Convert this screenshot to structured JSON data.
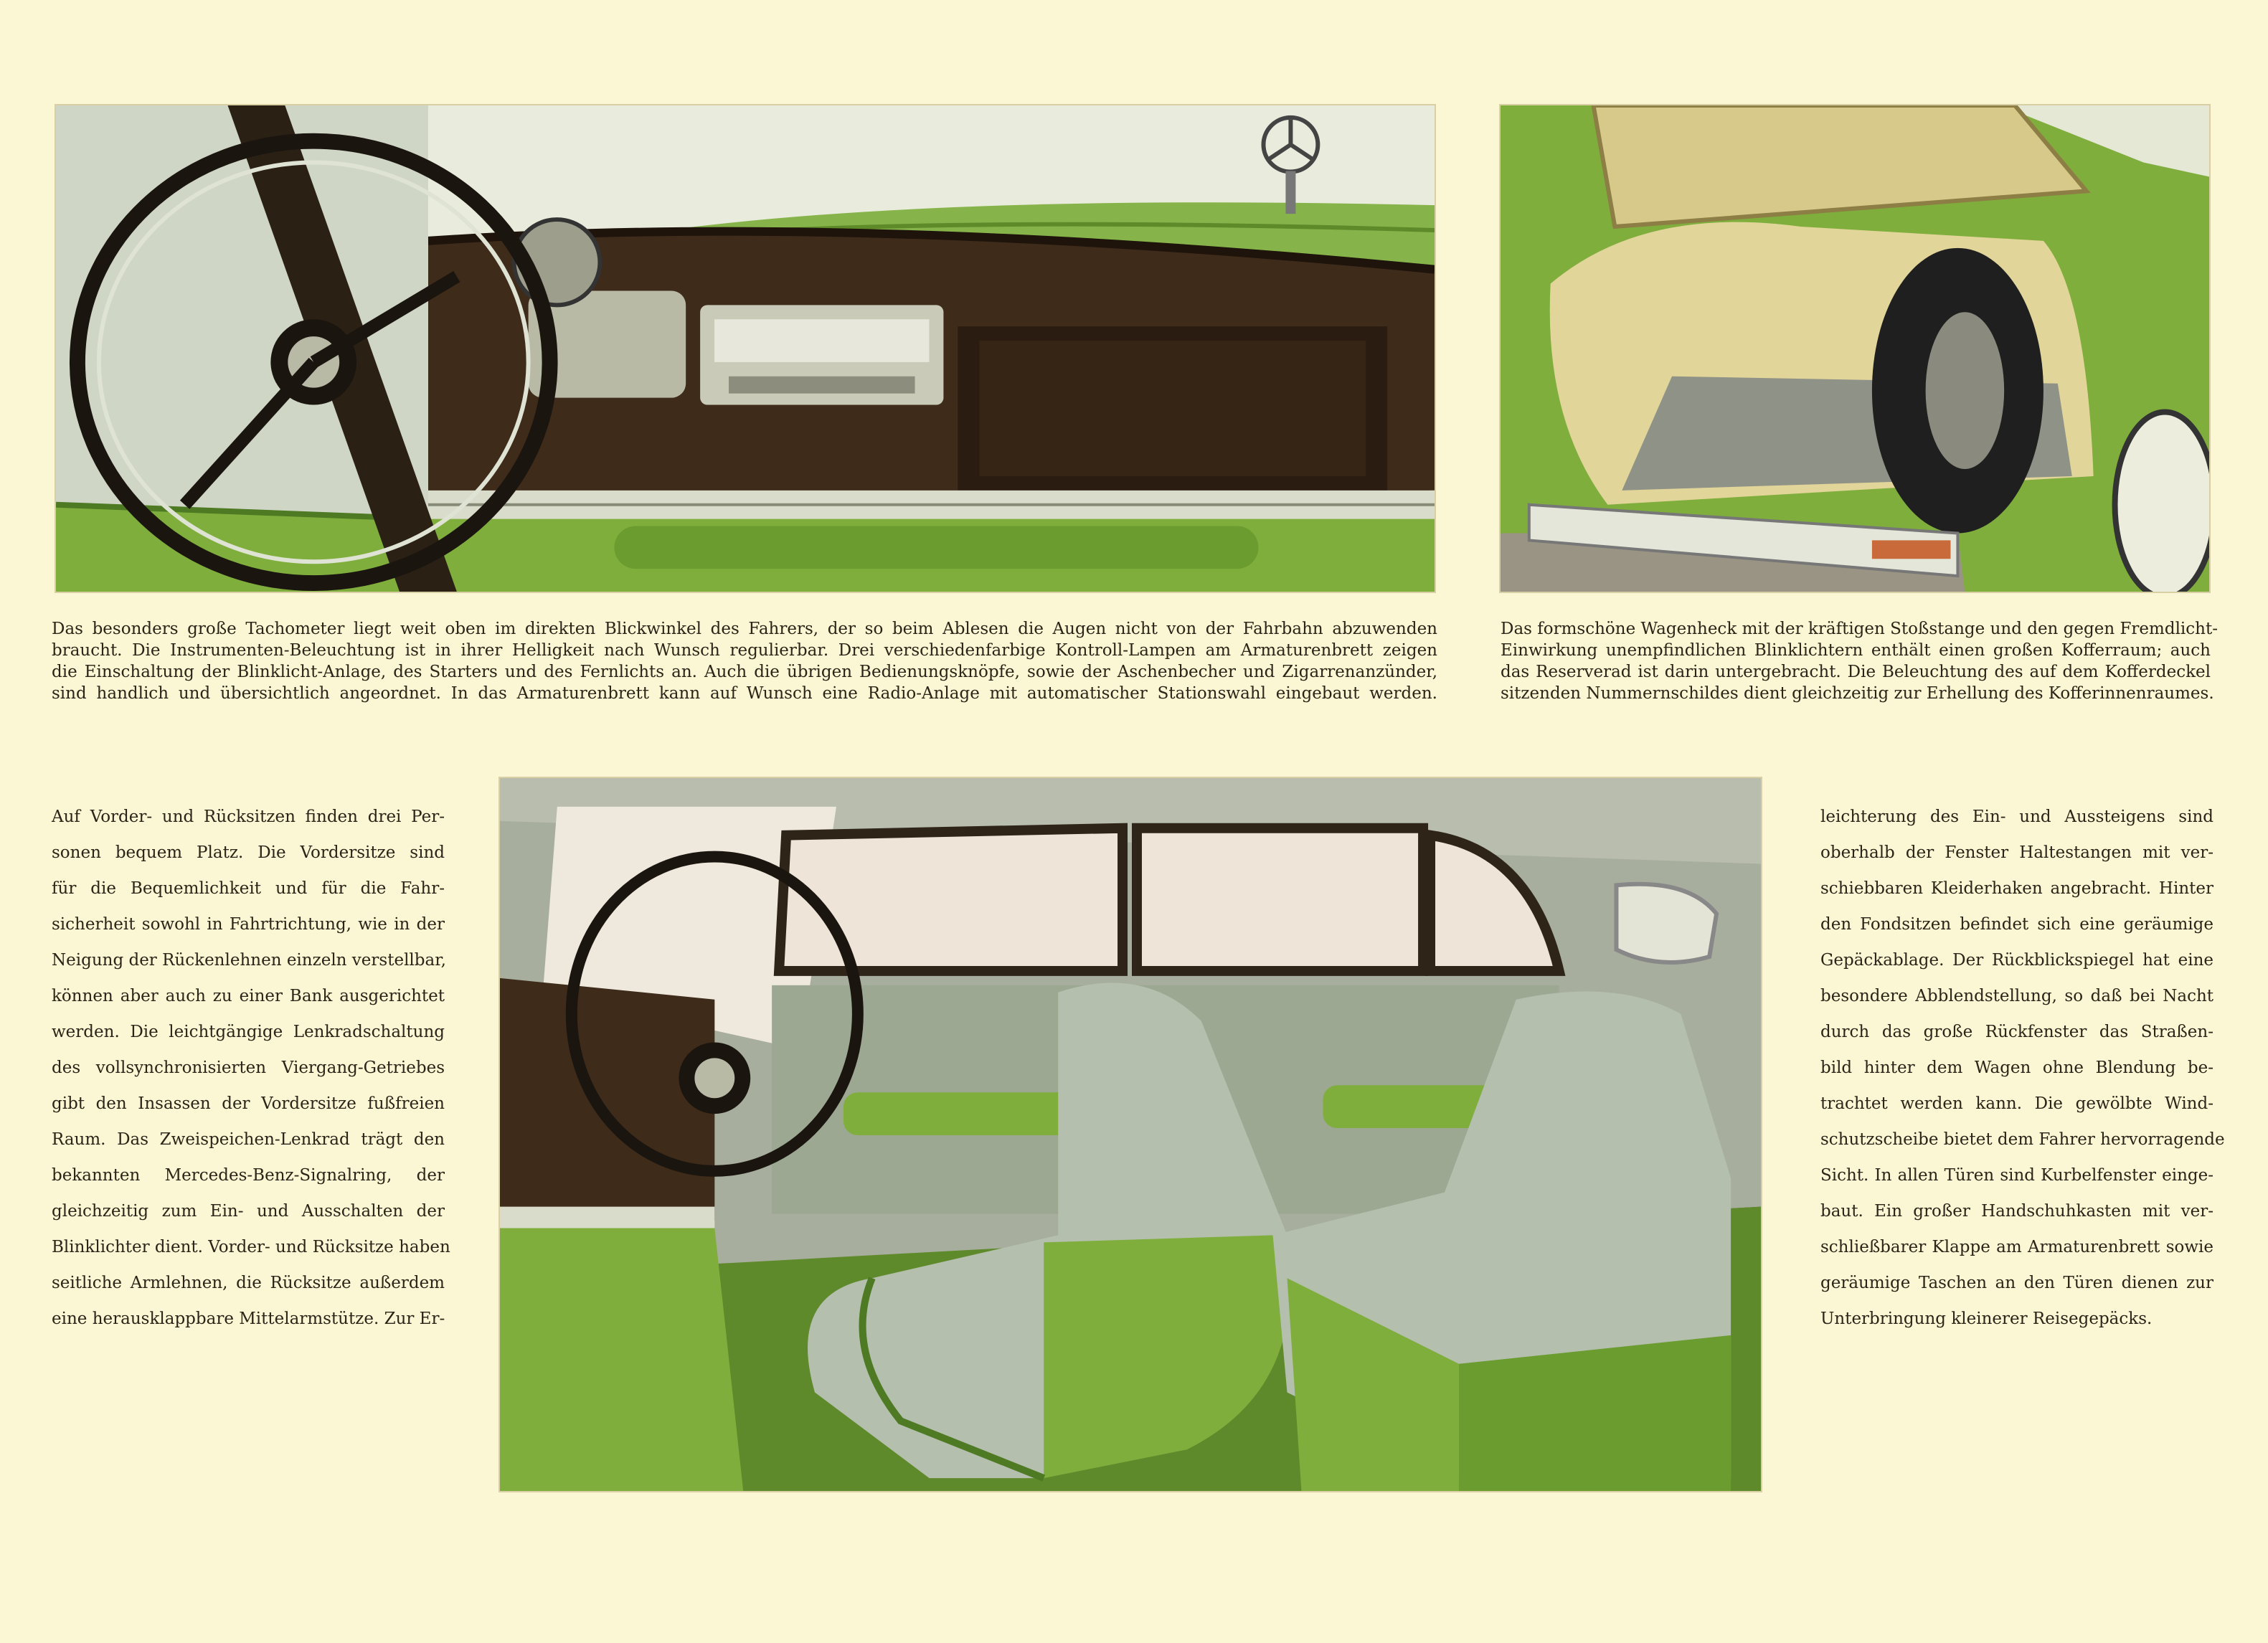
{
  "figures": [
    {
      "subject": "dashboard",
      "icon": "dashboard-illustration"
    },
    {
      "subject": "trunk",
      "icon": "trunk-illustration"
    },
    {
      "subject": "interior",
      "icon": "interior-illustration"
    }
  ],
  "colors": {
    "paper": "#fbf6d3",
    "body_green": "#7fae3c",
    "dark_green": "#4d7a23",
    "dash_brown": "#3e2b1a",
    "chrome": "#d9dccb",
    "upholstery": "#b4bfae"
  },
  "dashboard_caption": {
    "lines": [
      "Das besonders große Tachometer liegt weit oben im direkten Blickwinkel des Fahrers, der so beim Ablesen die Augen nicht von der Fahrbahn abzuwenden",
      "braucht. Die Instrumenten-Beleuchtung ist in ihrer Helligkeit nach Wunsch regulierbar. Drei verschiedenfarbige Kontroll-Lampen am Armaturenbrett zeigen",
      "die Einschaltung der Blinklicht-Anlage, des Starters und des Fernlichts an. Auch die übrigen Bedienungsknöpfe, sowie der Aschenbecher und Zigarrenanzünder,",
      "sind handlich und übersichtlich angeordnet. In das Armaturenbrett kann auf Wunsch eine Radio-Anlage mit automatischer Stationswahl eingebaut werden."
    ]
  },
  "trunk_caption": {
    "lines": [
      "Das formschöne Wagenheck mit der kräftigen Stoßstange und den gegen Fremdlicht-",
      "Einwirkung unempfindlichen Blinklichtern enthält einen großen Kofferraum; auch",
      "das Reserverad ist darin untergebracht. Die Beleuchtung des auf dem Kofferdeckel",
      "sitzenden Nummernschildes dient gleichzeitig zur Erhellung des Kofferinnenraumes."
    ]
  },
  "left_column": {
    "lines": [
      "Auf Vorder- und Rücksitzen finden drei Per-",
      "sonen bequem Platz. Die Vordersitze sind",
      "für die Bequemlichkeit und für die Fahr-",
      "sicherheit sowohl in Fahrtrichtung, wie in der",
      "Neigung der Rückenlehnen einzeln verstellbar,",
      "können aber auch zu einer Bank ausgerichtet",
      "werden. Die leichtgängige Lenkradschaltung",
      "des vollsynchronisierten Viergang-Getriebes",
      "gibt den Insassen der Vordersitze fußfreien",
      "Raum. Das Zweispeichen-Lenkrad trägt den",
      "bekannten Mercedes-Benz-Signalring, der",
      "gleichzeitig zum Ein- und Ausschalten der",
      "Blinklichter dient. Vorder- und Rücksitze haben",
      "seitliche Armlehnen, die Rücksitze außerdem",
      "eine herausklappbare Mittelarmstütze. Zur Er-"
    ]
  },
  "right_column": {
    "lines": [
      "leichterung des Ein- und Aussteigens sind",
      "oberhalb der Fenster Haltestangen mit ver-",
      "schiebbaren Kleiderhaken angebracht. Hinter",
      "den Fondsitzen befindet sich eine geräumige",
      "Gepäckablage. Der Rückblickspiegel hat eine",
      "besondere Abblendstellung, so daß bei Nacht",
      "durch das große Rückfenster das Straßen-",
      "bild hinter dem Wagen ohne Blendung be-",
      "trachtet werden kann. Die gewölbte Wind-",
      "schutzscheibe bietet dem Fahrer hervorragende",
      "Sicht. In allen Türen sind Kurbelfenster einge-",
      "baut. Ein großer Handschuhkasten mit ver-",
      "schließbarer Klappe am Armaturenbrett sowie",
      "geräumige Taschen an den Türen dienen zur",
      "Unterbringung kleinerer Reisegepäcks."
    ]
  }
}
